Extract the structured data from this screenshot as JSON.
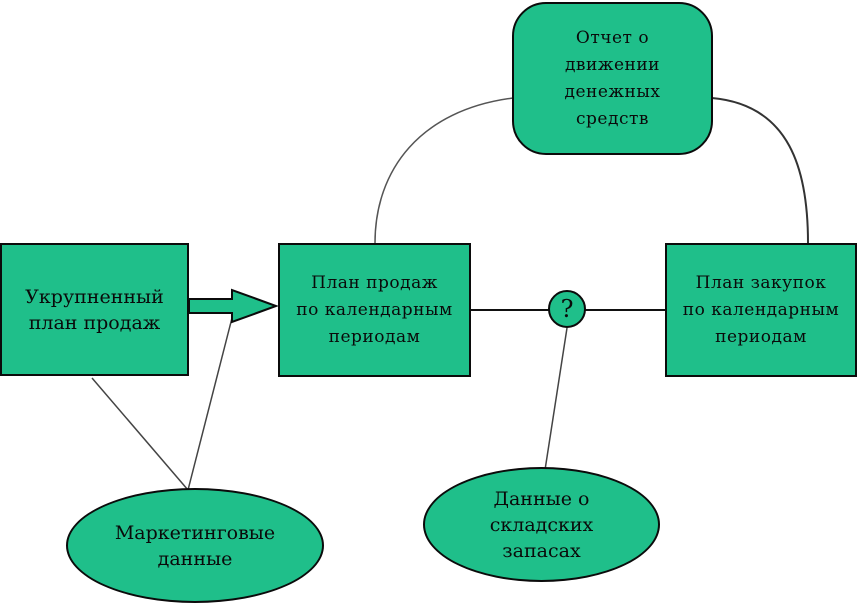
{
  "diagram": {
    "colors": {
      "fill": "#1fbf8a",
      "stroke": "#0b0b0b"
    },
    "nodes": {
      "enlarged_plan": {
        "label": "Укрупненный\nплан продаж"
      },
      "sales_plan": {
        "label": "План продаж\nпо календарным\nпериодам"
      },
      "purchase_plan": {
        "label": "План закупок\nпо календарным\nпериодам"
      },
      "cash_flow_report": {
        "label": "Отчет о\nдвижении\nденежных\nсредств"
      },
      "marketing_data": {
        "label": "Маркетинговые\nданные"
      },
      "stock_data": {
        "label": "Данные о\nскладских\nзапасах"
      },
      "question": {
        "label": "?"
      }
    }
  }
}
